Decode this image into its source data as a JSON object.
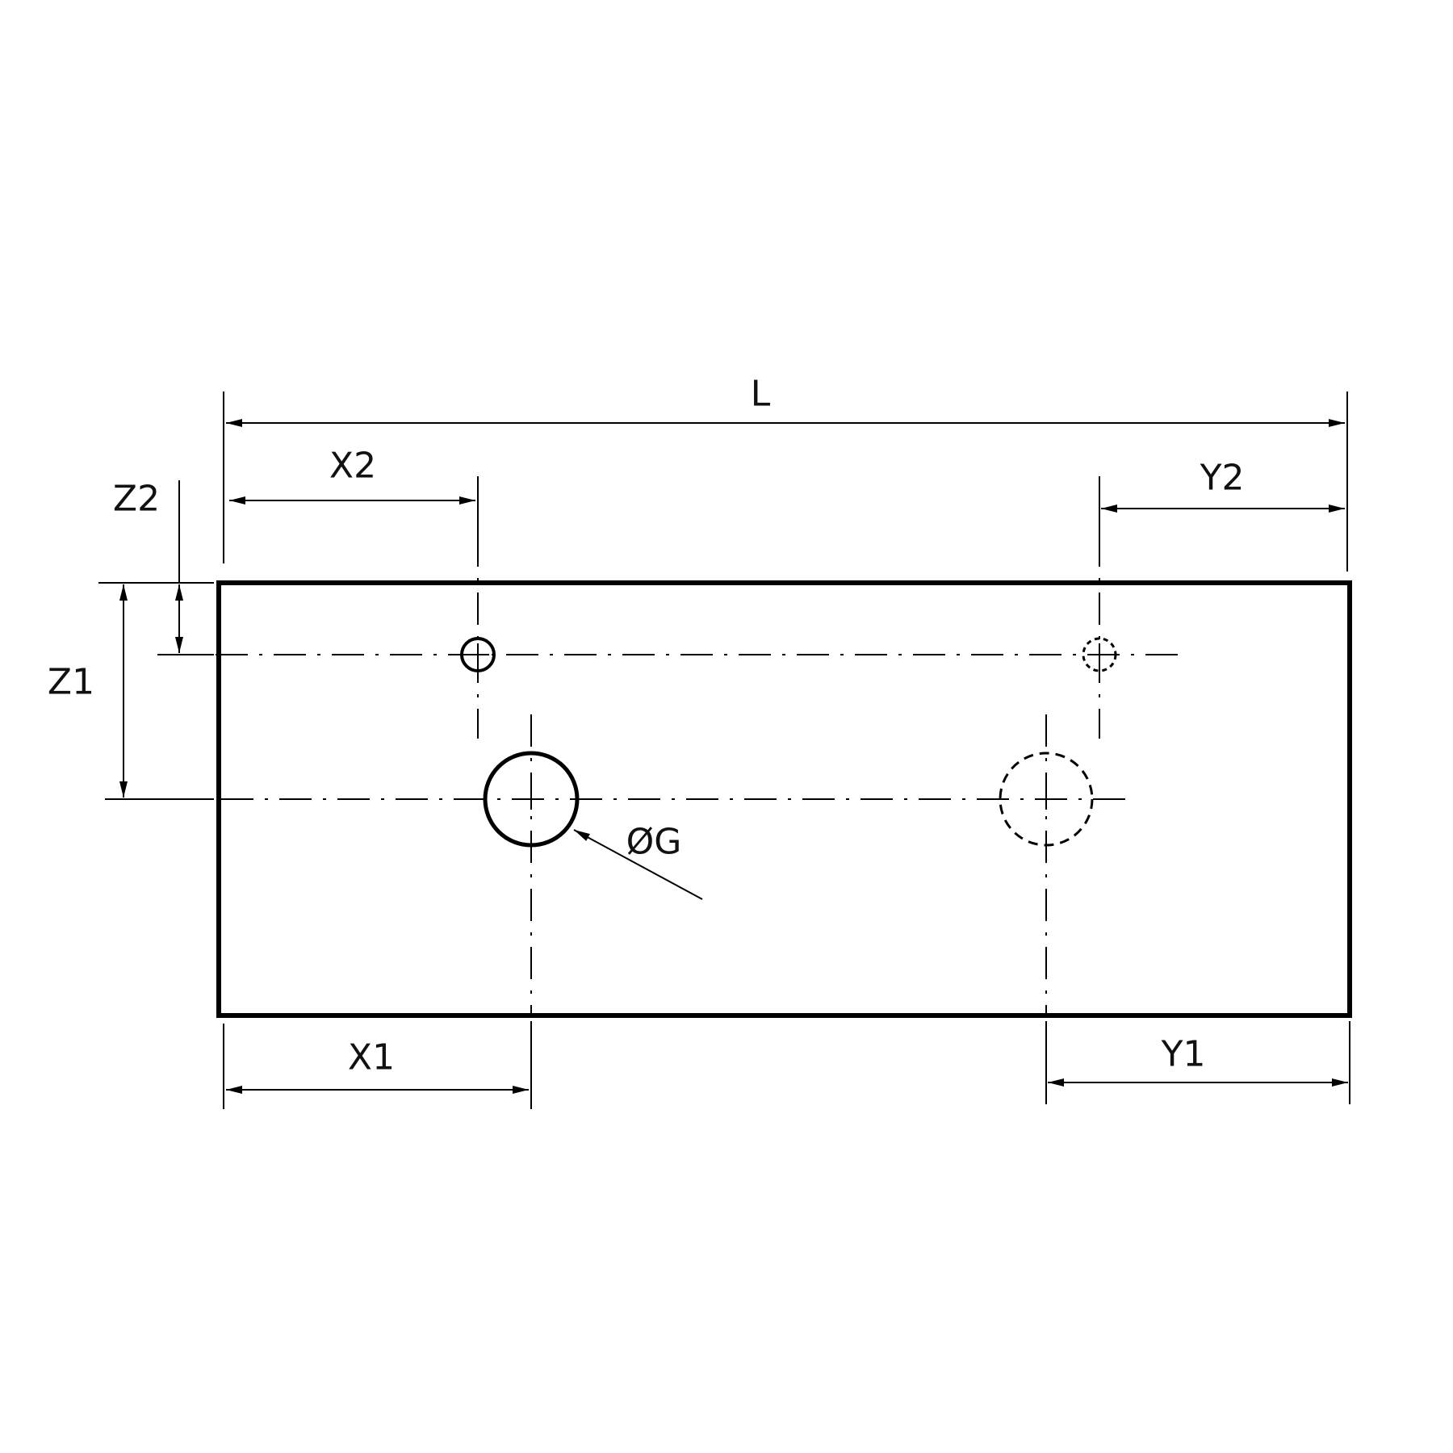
{
  "drawing": {
    "labels": {
      "L": "L",
      "X1": "X1",
      "X2": "X2",
      "Y1": "Y1",
      "Y2": "Y2",
      "Z1": "Z1",
      "Z2": "Z2",
      "G": "ØG"
    },
    "colors": {
      "line": "#000000",
      "background": "#ffffff"
    }
  }
}
